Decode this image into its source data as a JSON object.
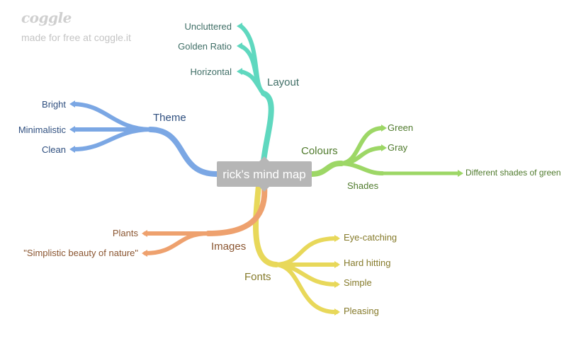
{
  "brand": {
    "logo_text": "coggle",
    "tagline": "made for free at coggle.it"
  },
  "colors": {
    "layout": "#5fd8bf",
    "theme": "#7ba7e4",
    "colours": "#9dd766",
    "fonts": "#e8d85a",
    "images": "#eea16e",
    "root": "#b6b6b6"
  },
  "map": {
    "root": "rick's mind map",
    "branches": {
      "layout": {
        "label": "Layout",
        "children": [
          "Uncluttered",
          "Golden Ratio",
          "Horizontal"
        ]
      },
      "theme": {
        "label": "Theme",
        "children": [
          "Bright",
          "Minimalistic",
          "Clean"
        ]
      },
      "colours": {
        "label": "Colours",
        "children": [
          "Green",
          "Gray"
        ],
        "shades": {
          "label": "Shades",
          "children": [
            "Different shades of green"
          ]
        }
      },
      "images": {
        "label": "Images",
        "children": [
          "Plants",
          "\"Simplistic beauty of nature\""
        ]
      },
      "fonts": {
        "label": "Fonts",
        "children": [
          "Eye-catching",
          "Hard hitting",
          "Simple",
          "Pleasing"
        ]
      }
    }
  }
}
